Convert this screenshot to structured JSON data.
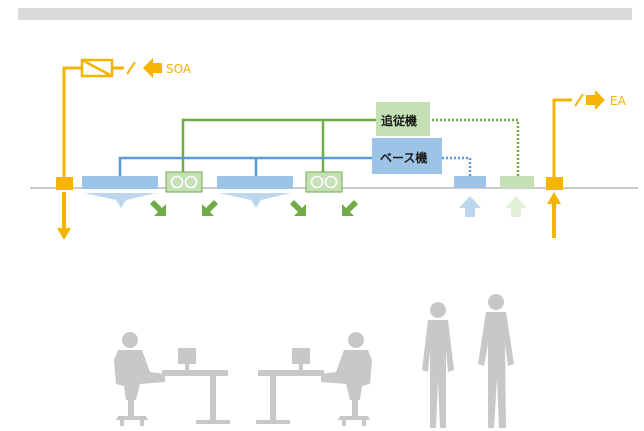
{
  "labels": {
    "soa": "SOA",
    "ea": "EA",
    "follower_unit": "追従機",
    "base_unit": "ベース機"
  },
  "colors": {
    "air_path": "#f5b400",
    "follower": "#6fac46",
    "follower_fill": "#c5e0b4",
    "base": "#5b9bd5",
    "base_fill": "#9dc3e6",
    "airflow_blue": "#bdd7ee",
    "silhouette": "#c8c8c8",
    "top_bar": "#d9d9d9",
    "floor_line": "#999999"
  },
  "icons": [
    "arrow-left-icon",
    "arrow-right-icon",
    "arrow-down-icon",
    "arrow-up-icon",
    "damper-icon",
    "office-desk-icon",
    "standing-person-icon"
  ]
}
